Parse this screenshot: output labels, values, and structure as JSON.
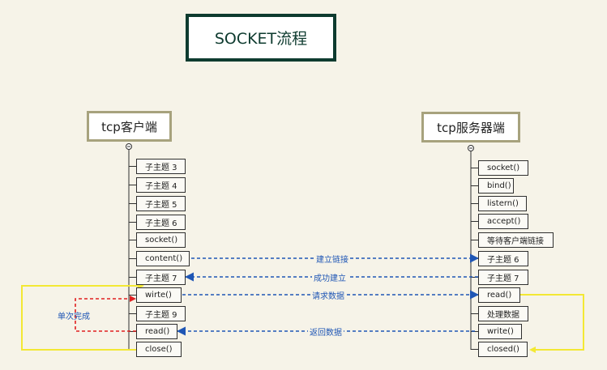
{
  "title": "SOCKET流程",
  "client": {
    "title": "tcp客户端",
    "items": [
      "子主题 3",
      "子主题 4",
      "子主题 5",
      "子主题 6",
      "socket()",
      "content()",
      "子主题 7",
      "wirte()",
      "子主题 9",
      "read()",
      "close()"
    ]
  },
  "server": {
    "title": "tcp服务器端",
    "items": [
      "socket()",
      "bind()",
      "listern()",
      "accept()",
      "等待客户端链接",
      "子主题 6",
      "子主题 7",
      "read()",
      "处理数据",
      "write()",
      "closed()"
    ]
  },
  "arrows": {
    "connect": "建立链接",
    "connected": "成功建立",
    "request": "请求数据",
    "reply": "返回数据"
  },
  "loop_label": "单次完成",
  "colors": {
    "title_border": "#0e3b2f",
    "root_border": "#a7a27d",
    "arrow": "#1f56b5",
    "loop_red": "#e02020",
    "loop_yellow": "#f3e834"
  }
}
